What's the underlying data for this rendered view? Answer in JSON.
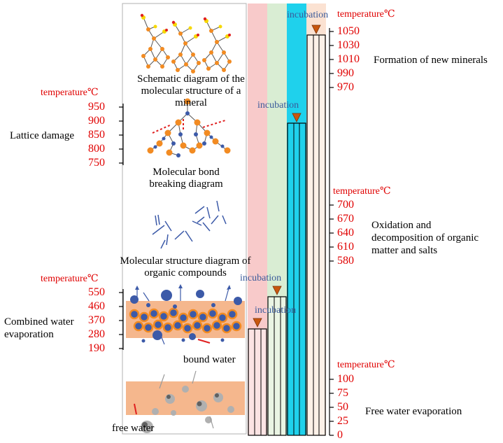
{
  "diagram": {
    "stage_temperature_label": "temperature℃",
    "incubation_label": "incubation",
    "panels": {
      "mineral_structure": "Schematic diagram of the molecular structure of a mineral",
      "bond_breaking": "Molecular bond breaking diagram",
      "organic_structure": "Molecular structure diagram of organic compounds",
      "bound_water": "bound water",
      "free_water": "free water"
    },
    "stages": {
      "lattice_damage": {
        "label": "Lattice damage",
        "ticks": [
          "950",
          "900",
          "850",
          "800",
          "750"
        ]
      },
      "combined_water": {
        "label_line1": "Combined water",
        "label_line2": "evaporation",
        "ticks": [
          "550",
          "460",
          "370",
          "280",
          "190"
        ]
      },
      "new_minerals": {
        "label": "Formation of new minerals",
        "ticks": [
          "1050",
          "1030",
          "1010",
          "990",
          "970"
        ]
      },
      "organic_oxidation": {
        "label_line1": "Oxidation and",
        "label_line2": "decomposition of organic",
        "label_line3": "matter and salts",
        "ticks": [
          "700",
          "670",
          "640",
          "610",
          "580"
        ]
      },
      "free_water": {
        "label": "Free water evaporation",
        "ticks": [
          "100",
          "75",
          "50",
          "25",
          "0"
        ]
      }
    },
    "columns": [
      {
        "name": "pink",
        "color": "#f7c9c9",
        "bar_color": "#fbe3e3"
      },
      {
        "name": "green",
        "color": "#d8ecd2",
        "bar_color": "#e8f4e2"
      },
      {
        "name": "cyan",
        "color": "#1fd1ec",
        "bar_color": "#1fd1ec"
      },
      {
        "name": "peach",
        "color": "#fbe3d3",
        "bar_color": "#fdf0e6"
      }
    ]
  }
}
